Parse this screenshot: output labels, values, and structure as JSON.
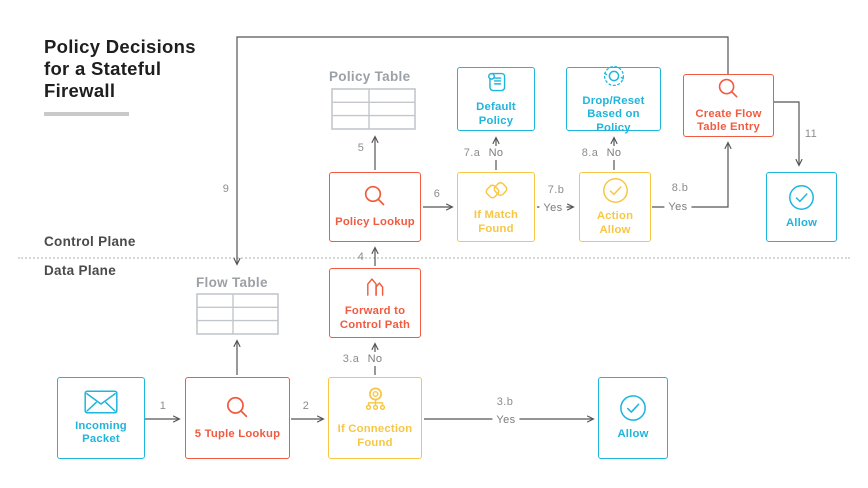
{
  "title": {
    "lines": [
      "Policy Decisions",
      "for a Stateful",
      "Firewall"
    ]
  },
  "planes": {
    "control": "Control Plane",
    "data": "Data Plane"
  },
  "tables": {
    "policy": {
      "label": "Policy Table",
      "icon": "table-icon"
    },
    "flow": {
      "label": "Flow Table",
      "icon": "table-icon"
    }
  },
  "nodes": {
    "incoming_packet": {
      "label": "Incoming Packet",
      "icon": "envelope-icon",
      "color": "cyan"
    },
    "five_tuple_lookup": {
      "label": "5 Tuple Lookup",
      "icon": "magnifier-icon",
      "color": "red"
    },
    "if_connection_found": {
      "label": "If Connection Found",
      "icon": "gear-network-icon",
      "color": "yellow"
    },
    "allow_data_plane": {
      "label": "Allow",
      "icon": "check-circle-icon",
      "color": "cyan"
    },
    "forward_to_control": {
      "label": "Forward to Control Path",
      "icon": "forward-up-icon",
      "color": "red"
    },
    "policy_lookup": {
      "label": "Policy Lookup",
      "icon": "magnifier-icon",
      "color": "red"
    },
    "if_match_found": {
      "label": "If Match Found",
      "icon": "match-diamonds-icon",
      "color": "yellow"
    },
    "action_allow": {
      "label": "Action Allow",
      "icon": "check-circle-icon",
      "color": "yellow"
    },
    "default_policy": {
      "label": "Default Policy",
      "icon": "scroll-icon",
      "color": "cyan"
    },
    "drop_reset": {
      "label": "Drop/Reset Based on Policy",
      "icon": "reset-dotted-icon",
      "color": "cyan"
    },
    "create_flow_entry": {
      "label": "Create Flow Table Entry",
      "icon": "magnifier-icon",
      "color": "red"
    },
    "allow_control_plane": {
      "label": "Allow",
      "icon": "check-circle-icon",
      "color": "cyan"
    }
  },
  "edges": {
    "e1": {
      "num": "1"
    },
    "e2": {
      "num": "2"
    },
    "e3a": {
      "num": "3.a",
      "word": "No"
    },
    "e3b": {
      "num": "3.b",
      "word": "Yes"
    },
    "e4": {
      "num": "4"
    },
    "e5": {
      "num": "5"
    },
    "e6": {
      "num": "6"
    },
    "e7a": {
      "num": "7.a",
      "word": "No"
    },
    "e7b": {
      "num": "7.b",
      "word": "Yes"
    },
    "e8a": {
      "num": "8.a",
      "word": "No"
    },
    "e8b": {
      "num": "8.b",
      "word": "Yes"
    },
    "e9": {
      "num": "9"
    },
    "e11": {
      "num": "11"
    }
  },
  "colors": {
    "red": "#F15B40",
    "yellow": "#F7C744",
    "cyan": "#1FB5DC",
    "gray": "#9BA1A6",
    "table_line": "#C3C7CB",
    "arrow": "#555555"
  }
}
